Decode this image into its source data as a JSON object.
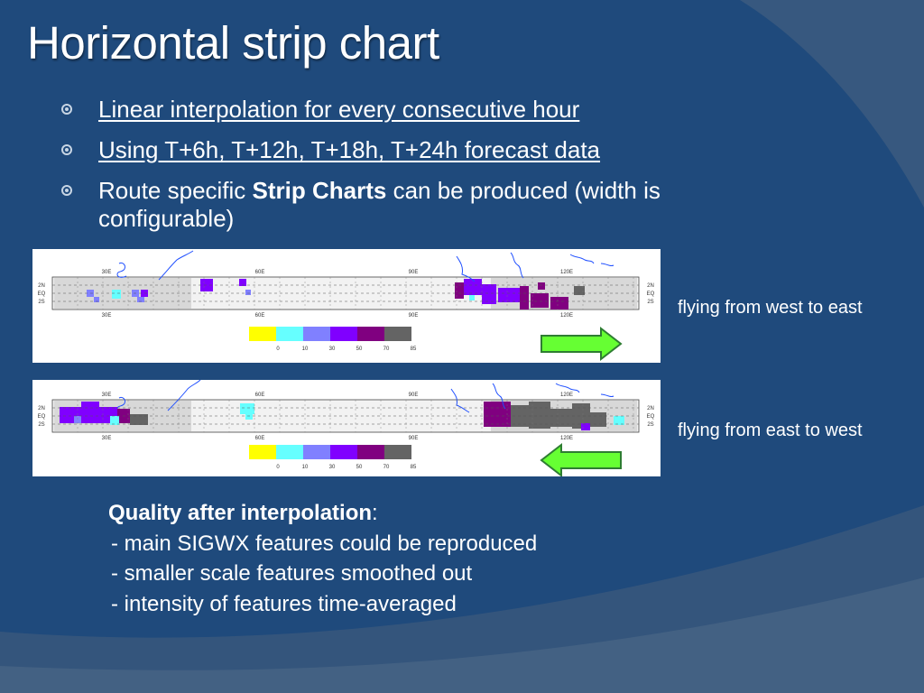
{
  "slide": {
    "title": "Horizontal strip chart",
    "bullets": [
      "Linear interpolation for every consecutive hour",
      "Using T+6h, T+12h, T+18h, T+24h forecast data",
      {
        "before": "Route specific ",
        "bold": "Strip Charts",
        "after": " can be produced (width is configurable)"
      }
    ],
    "charts": [
      {
        "caption": "flying from west to east",
        "arrow_direction": "right"
      },
      {
        "caption": "flying from east to west",
        "arrow_direction": "left"
      }
    ],
    "strip_axis": {
      "lon_labels": [
        "30E",
        "60E",
        "90E",
        "120E"
      ],
      "lat_labels": [
        "2N",
        "EQ",
        "2S"
      ]
    },
    "legend": {
      "values": [
        "0",
        "10",
        "30",
        "50",
        "70",
        "85"
      ],
      "colors": [
        "#ffff00",
        "#66ffff",
        "#8080ff",
        "#8000ff",
        "#800080",
        "#646464"
      ]
    },
    "quality": {
      "heading": "Quality after interpolation",
      "lines": [
        "- main SIGWX features could be reproduced",
        "- smaller scale features smoothed out",
        "- intensity of features time-averaged"
      ]
    },
    "theme": {
      "background": "#1f4a7c",
      "arrow_fill": "#66ff33"
    }
  }
}
